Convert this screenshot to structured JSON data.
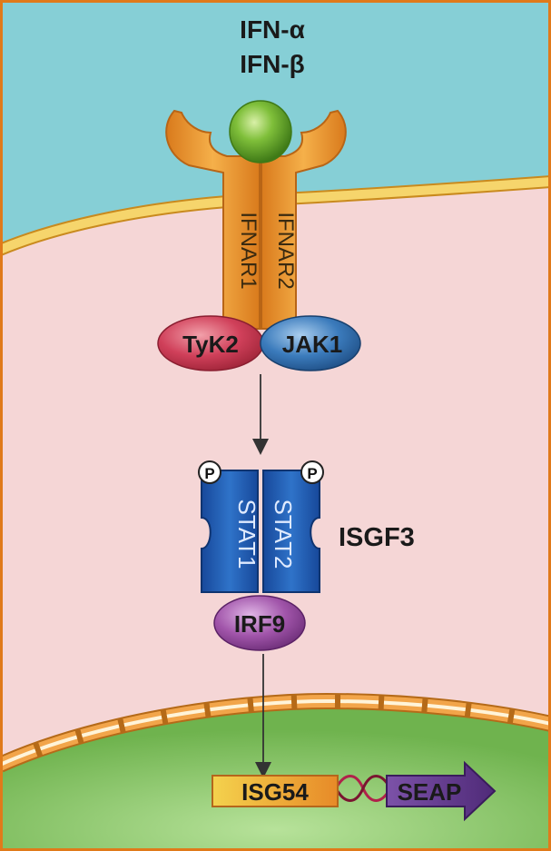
{
  "ligand": {
    "line1": "IFN-α",
    "line2": "IFN-β"
  },
  "receptors": {
    "r1": "IFNAR1",
    "r2": "IFNAR2"
  },
  "kinases": {
    "k1": "TyK2",
    "k2": "JAK1"
  },
  "stats": {
    "s1": "STAT1",
    "s2": "STAT2",
    "p_left": "P",
    "p_right": "P"
  },
  "complex_label": "ISGF3",
  "irf": "IRF9",
  "promoter": "ISG54",
  "reporter": "SEAP",
  "colors": {
    "border": "#e07a1a",
    "extracellular": "#86cfd6",
    "cytoplasm": "#f5d6d6",
    "membrane": "#f2cf68",
    "nucleus": "#8fcc72",
    "receptor": "#ee9a2c",
    "ligand": "#6fae2f",
    "tyk2": "#cf3d4f",
    "jak1": "#3a78b8",
    "stat": "#1f5fb0",
    "irf9": "#9c4ba3",
    "seap": "#6a3e95"
  }
}
